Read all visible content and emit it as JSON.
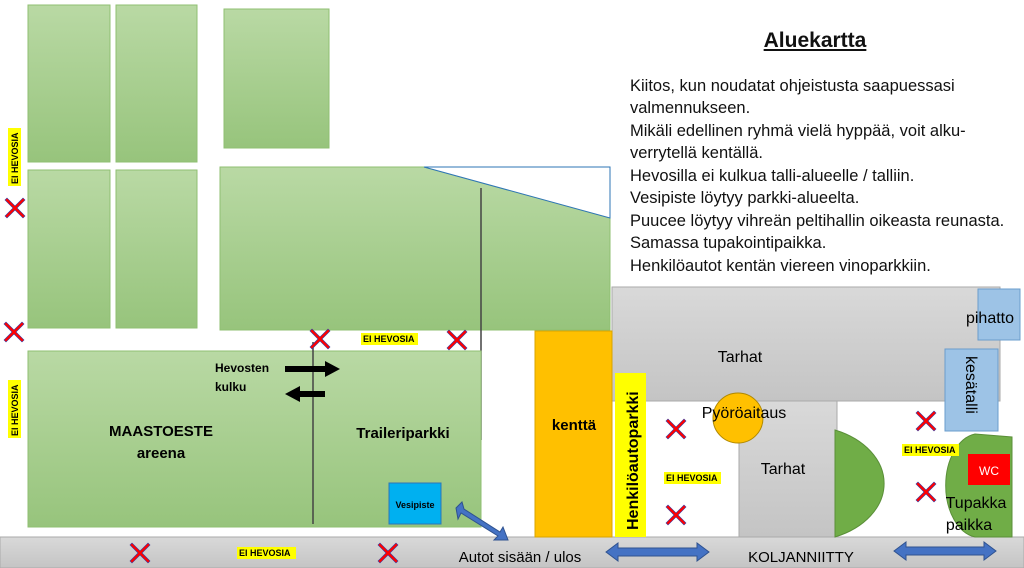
{
  "title": "Aluekartta",
  "info_lines": [
    "Kiitos, kun noudatat ohjeistusta saapuessasi valmennukseen.",
    "Mikäli edellinen ryhmä vielä hyppää, voit alku-verrytellä kentällä.",
    "Hevosilla ei kulkua talli-alueelle / talliin.",
    "Vesipiste löytyy parkki-alueelta.",
    "Puucee löytyy vihreän peltihallin oikeasta reunasta. Samassa tupakointipaikka.",
    "Henkilöautot kentän viereen vinoparkkiin."
  ],
  "labels": {
    "no_horses": "EI HEVOSIA",
    "horse_route": "Hevosten",
    "horse_route2": "kulku",
    "arena1": "MAASTOESTE",
    "arena2": "areena",
    "trailer_parking": "Traileriparkki",
    "water_point": "Vesipiste",
    "field": "kenttä",
    "car_parking": "Henkilöautoparkki",
    "paddocks_top": "Tarhat",
    "paddocks_lower": "Tarhat",
    "round_pen": "Pyöröaitaus",
    "barn_pihatto": "pihatto",
    "summer_stable": "kesätalli",
    "wc": "WC",
    "smoking1": "Tupakka",
    "smoking2": "paikka",
    "cars_in_out": "Autot sisään / ulos",
    "road": "KOLJANNIITTY"
  },
  "colors": {
    "green": "#a9d08e",
    "dark_green": "#70ad47",
    "orange": "#ffc000",
    "yellow": "#ffff00",
    "gray": "#d0d0d0",
    "blue": "#4472c4",
    "light_blue": "#9dc3e6",
    "red": "#ff0000"
  }
}
